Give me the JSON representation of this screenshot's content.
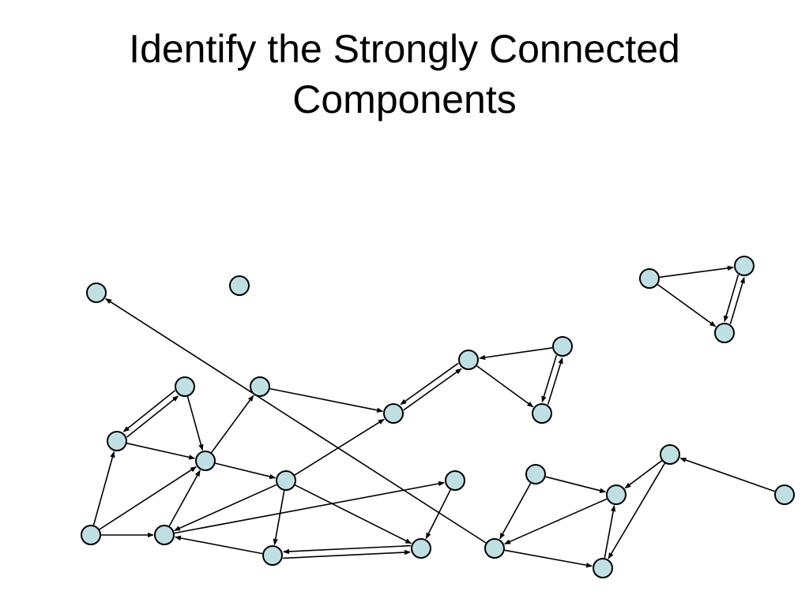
{
  "slide": {
    "title_line1": "Identify the Strongly Connected",
    "title_line2": "Components"
  },
  "colors": {
    "background": "#ffffff",
    "node_fill": "#bfe0e3",
    "node_stroke": "#000000",
    "edge": "#000000",
    "text": "#000000"
  },
  "graph": {
    "directed": true,
    "node_ids": [
      "n1",
      "n2",
      "n3",
      "n4",
      "n5",
      "n6",
      "n7",
      "n8",
      "n9",
      "n10",
      "n11",
      "n12",
      "n13",
      "n14",
      "n15",
      "n16",
      "n17",
      "n18",
      "n19",
      "n20",
      "n21",
      "n22",
      "n23",
      "n24",
      "n25"
    ],
    "edges": [
      [
        "n11",
        "n6"
      ],
      [
        "n6",
        "n11"
      ],
      [
        "n6",
        "n10"
      ],
      [
        "n11",
        "n10"
      ],
      [
        "n14",
        "n11"
      ],
      [
        "n14",
        "n10"
      ],
      [
        "n14",
        "n15"
      ],
      [
        "n15",
        "n10"
      ],
      [
        "n10",
        "n7"
      ],
      [
        "n10",
        "n12"
      ],
      [
        "n7",
        "n8"
      ],
      [
        "n12",
        "n8"
      ],
      [
        "n12",
        "n15"
      ],
      [
        "n12",
        "n16"
      ],
      [
        "n12",
        "n17"
      ],
      [
        "n16",
        "n17"
      ],
      [
        "n17",
        "n16"
      ],
      [
        "n16",
        "n15"
      ],
      [
        "n15",
        "n13"
      ],
      [
        "n13",
        "n17"
      ],
      [
        "n8",
        "n5"
      ],
      [
        "n5",
        "n8"
      ],
      [
        "n4",
        "n5"
      ],
      [
        "n5",
        "n9"
      ],
      [
        "n9",
        "n4"
      ],
      [
        "n4",
        "n9"
      ],
      [
        "n1",
        "n2"
      ],
      [
        "n1",
        "n3"
      ],
      [
        "n3",
        "n2"
      ],
      [
        "n2",
        "n3"
      ],
      [
        "n18",
        "n20"
      ],
      [
        "n18",
        "n22"
      ],
      [
        "n20",
        "n22"
      ],
      [
        "n22",
        "n24"
      ],
      [
        "n22",
        "n21"
      ],
      [
        "n24",
        "n20"
      ],
      [
        "n19",
        "n20"
      ],
      [
        "n19",
        "n24"
      ],
      [
        "n23",
        "n19"
      ]
    ]
  }
}
